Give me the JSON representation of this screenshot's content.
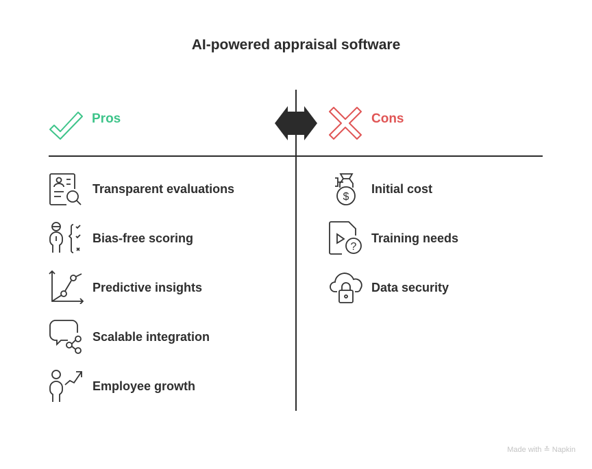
{
  "title": "AI-powered appraisal software",
  "pros": {
    "label": "Pros",
    "color": "#3ec48a",
    "items": [
      {
        "label": "Transparent evaluations",
        "icon": "profile-search-icon"
      },
      {
        "label": "Bias-free scoring",
        "icon": "person-checklist-icon"
      },
      {
        "label": "Predictive insights",
        "icon": "line-graph-icon"
      },
      {
        "label": "Scalable integration",
        "icon": "chat-share-icon"
      },
      {
        "label": "Employee growth",
        "icon": "person-growth-icon"
      }
    ]
  },
  "cons": {
    "label": "Cons",
    "color": "#e05555",
    "items": [
      {
        "label": "Initial cost",
        "icon": "money-bag-icon"
      },
      {
        "label": "Training needs",
        "icon": "video-question-icon"
      },
      {
        "label": "Data security",
        "icon": "cloud-lock-icon"
      }
    ]
  },
  "footer": {
    "credit": "Made with",
    "brand": "Napkin"
  }
}
